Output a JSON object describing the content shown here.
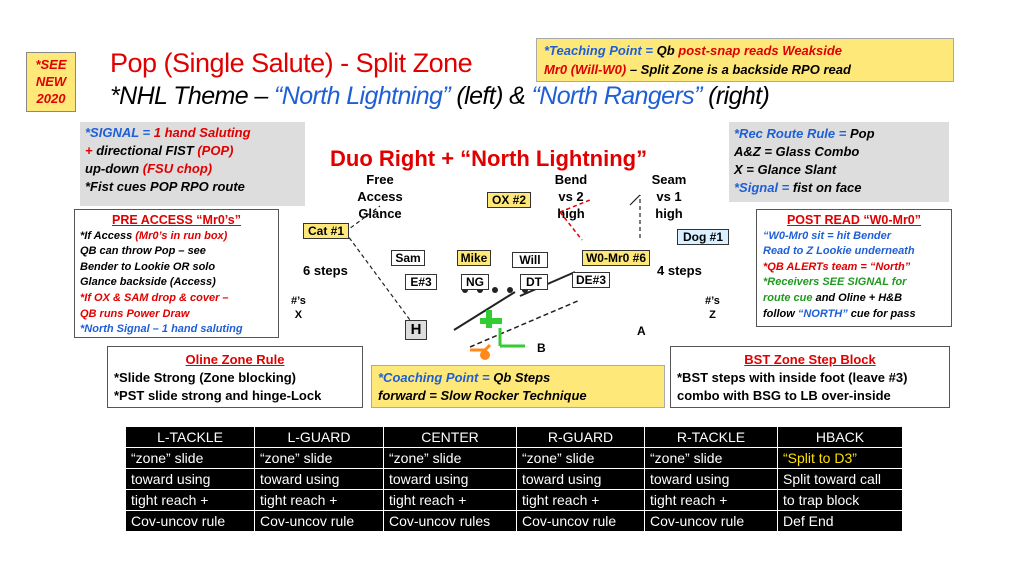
{
  "tag": {
    "line1": "*SEE",
    "line2": "NEW",
    "line3": "2020"
  },
  "title": {
    "line1": "Pop (Single Salute) - Split Zone",
    "line2a": "*NHL Theme – ",
    "line2b": "“North Lightning”",
    "line2c": " (left) & ",
    "line2d": "“North Rangers”",
    "line2e": " (right)"
  },
  "teaching": {
    "p1": "*Teaching Point = ",
    "p2": "Qb",
    "p3": " post-snap reads Weakside",
    "p4": "Mr0 (Will-W0)",
    "p5": " – Split Zone is a backside RPO read"
  },
  "signal": {
    "a": "*SIGNAL = ",
    "b": "1 hand Saluting",
    "c": "+",
    "d": " directional FIST ",
    "e": "(POP)",
    "f": "up-down ",
    "g": "(FSU chop)",
    "h": "*Fist cues POP RPO route"
  },
  "rec": {
    "a": "*Rec Route Rule = ",
    "b": "Pop",
    "c": "A&Z = Glass Combo",
    "d": "X = Glance Slant",
    "e": "*Signal = ",
    "f": "fist on face"
  },
  "pre": {
    "title": "PRE ACCESS “Mr0’s”",
    "l1a": "*If Access ",
    "l1b": "(Mr0’s in run box)",
    "l2": "QB can throw Pop – see",
    "l3": "Bender to Lookie OR solo",
    "l4": "Glance backside (Access)",
    "l5": "*If OX & SAM drop & cover –",
    "l6": "QB runs Power Draw",
    "l7": "*North Signal – 1 hand saluting"
  },
  "post": {
    "title": "POST READ “W0-Mr0”",
    "l1": "“W0-Mr0 sit = hit Bender",
    "l2": "Read to  Z Lookie underneath",
    "l3": "*QB ALERTs team = “North”",
    "l4": "*Receivers SEE SIGNAL for",
    "l5a": "route cue",
    "l5b": " and Oline + H&B",
    "l6a": "follow ",
    "l6b": "“NORTH”",
    "l6c": " cue for pass"
  },
  "oline": {
    "title": "Oline Zone Rule",
    "l1": "*Slide Strong (Zone blocking)",
    "l2": "*PST slide strong and hinge-Lock"
  },
  "coach": {
    "a": "*Coaching Point = ",
    "b": "Qb Steps",
    "c": "forward = Slow Rocker Technique"
  },
  "bst": {
    "title": "BST Zone Step Block",
    "l1": "*BST steps with inside foot (leave #3)",
    "l2": "combo with BSG to LB over-inside"
  },
  "diagram": {
    "play_title": "Duo Right + “North Lightning”",
    "free_access_glance": [
      "Free",
      "Access",
      "Glance"
    ],
    "bend": [
      "Bend",
      "vs 2",
      "high"
    ],
    "seam": [
      "Seam",
      "vs 1",
      "high"
    ],
    "six_steps": "6 steps",
    "four_steps": "4 steps",
    "left_num": [
      "#’s",
      "X"
    ],
    "right_num": [
      "#’s",
      "Z"
    ],
    "players": {
      "cat": "Cat #1",
      "ox": "OX #2",
      "dog": "Dog #1",
      "sam": "Sam",
      "mike": "Mike",
      "will": "Will",
      "w0": "W0-Mr0 #6",
      "e3": "E#3",
      "ng": "NG",
      "dt": "DT",
      "de3": "DE#3",
      "h": "H",
      "a": "A",
      "b": "B"
    }
  },
  "table": {
    "headers": [
      "L-TACKLE",
      "L-GUARD",
      "CENTER",
      "R-GUARD",
      "R-TACKLE",
      "HBACK"
    ],
    "rows": [
      [
        "“zone” slide",
        "“zone” slide",
        "“zone” slide",
        "“zone” slide",
        "“zone” slide",
        "“Split to D3”"
      ],
      [
        "toward using",
        "toward using",
        "toward using",
        "toward using",
        "toward using",
        "Split toward call"
      ],
      [
        "tight reach +",
        "tight reach +",
        "tight reach +",
        "tight reach +",
        "tight reach +",
        "to trap block"
      ],
      [
        "Cov-uncov rule",
        "Cov-uncov rule",
        "Cov-uncov rules",
        "Cov-uncov rule",
        "Cov-uncov rule",
        "Def End"
      ]
    ]
  },
  "colors": {
    "red": "#e00000",
    "blue": "#1f5fd6",
    "yellow": "#ffe87a",
    "green": "#33cc33",
    "orange": "#ff8a1a",
    "gray": "#dddddd"
  }
}
